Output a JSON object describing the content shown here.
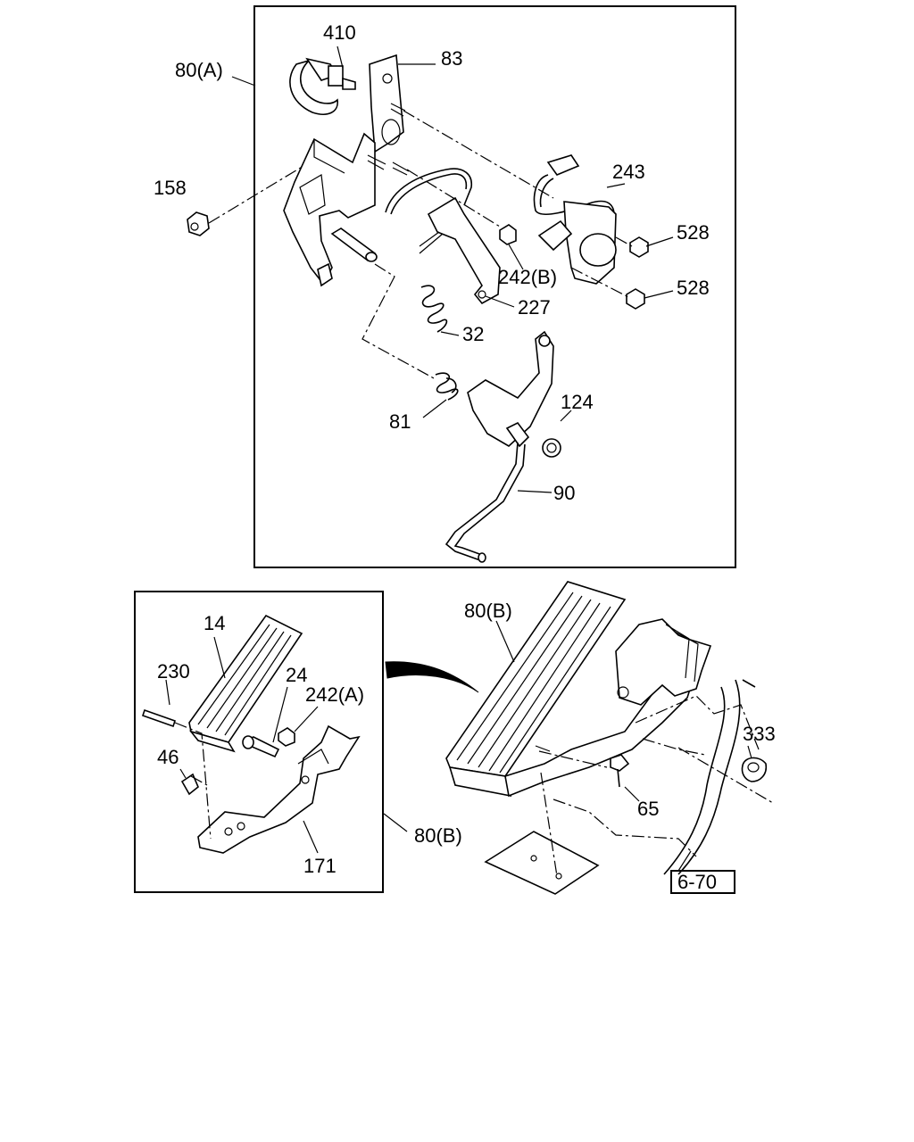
{
  "colors": {
    "ink": "#000000",
    "paper": "#ffffff"
  },
  "labels": {
    "p410": "410",
    "p83": "83",
    "p80a": "80(A)",
    "p158": "158",
    "p243": "243",
    "p528a": "528",
    "p528b": "528",
    "p242b": "242(B)",
    "p227": "227",
    "p32": "32",
    "p81": "81",
    "p124": "124",
    "p90": "90",
    "p14": "14",
    "p230": "230",
    "p24": "24",
    "p242a": "242(A)",
    "p46": "46",
    "p80b_inset": "80(B)",
    "p171": "171",
    "p80b_main": "80(B)",
    "p333": "333",
    "p65": "65",
    "ref670": "6-70"
  }
}
